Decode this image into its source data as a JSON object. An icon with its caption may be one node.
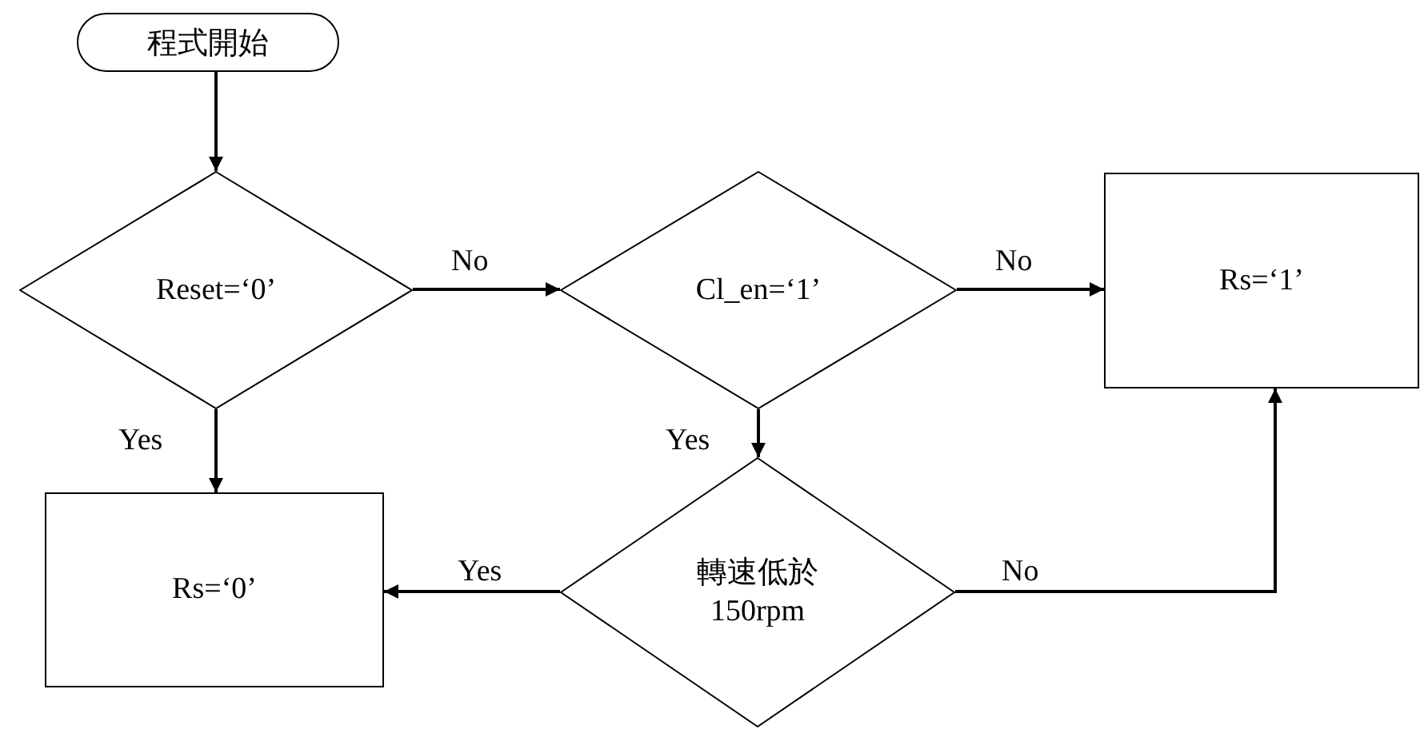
{
  "diagram": {
    "nodes": [
      {
        "text": [
          "程式開始"
        ]
      },
      {
        "text": [
          "Reset=‘0’"
        ]
      },
      {
        "text": [
          "Cl_en=‘1’"
        ]
      },
      {
        "text": [
          "Rs=‘1’"
        ]
      },
      {
        "text": [
          "Rs=‘0’"
        ]
      },
      {
        "text": [
          "轉速低於 150rpm"
        ]
      }
    ],
    "edges": [
      {
        "from": 0,
        "to": 1,
        "arrow": "to"
      },
      {
        "from": 1,
        "to": 2,
        "arrow": "to",
        "label": "No"
      },
      {
        "from": 2,
        "to": 3,
        "arrow": "to",
        "label": "No"
      },
      {
        "from": 1,
        "to": 4,
        "arrow": "to",
        "label": "Yes"
      },
      {
        "from": 2,
        "to": 5,
        "arrow": "to",
        "label": "Yes"
      },
      {
        "from": 5,
        "to": 4,
        "arrow": "to",
        "label": "Yes"
      },
      {
        "from": 5,
        "to": 3,
        "arrow": "to",
        "label": "No"
      }
    ]
  }
}
